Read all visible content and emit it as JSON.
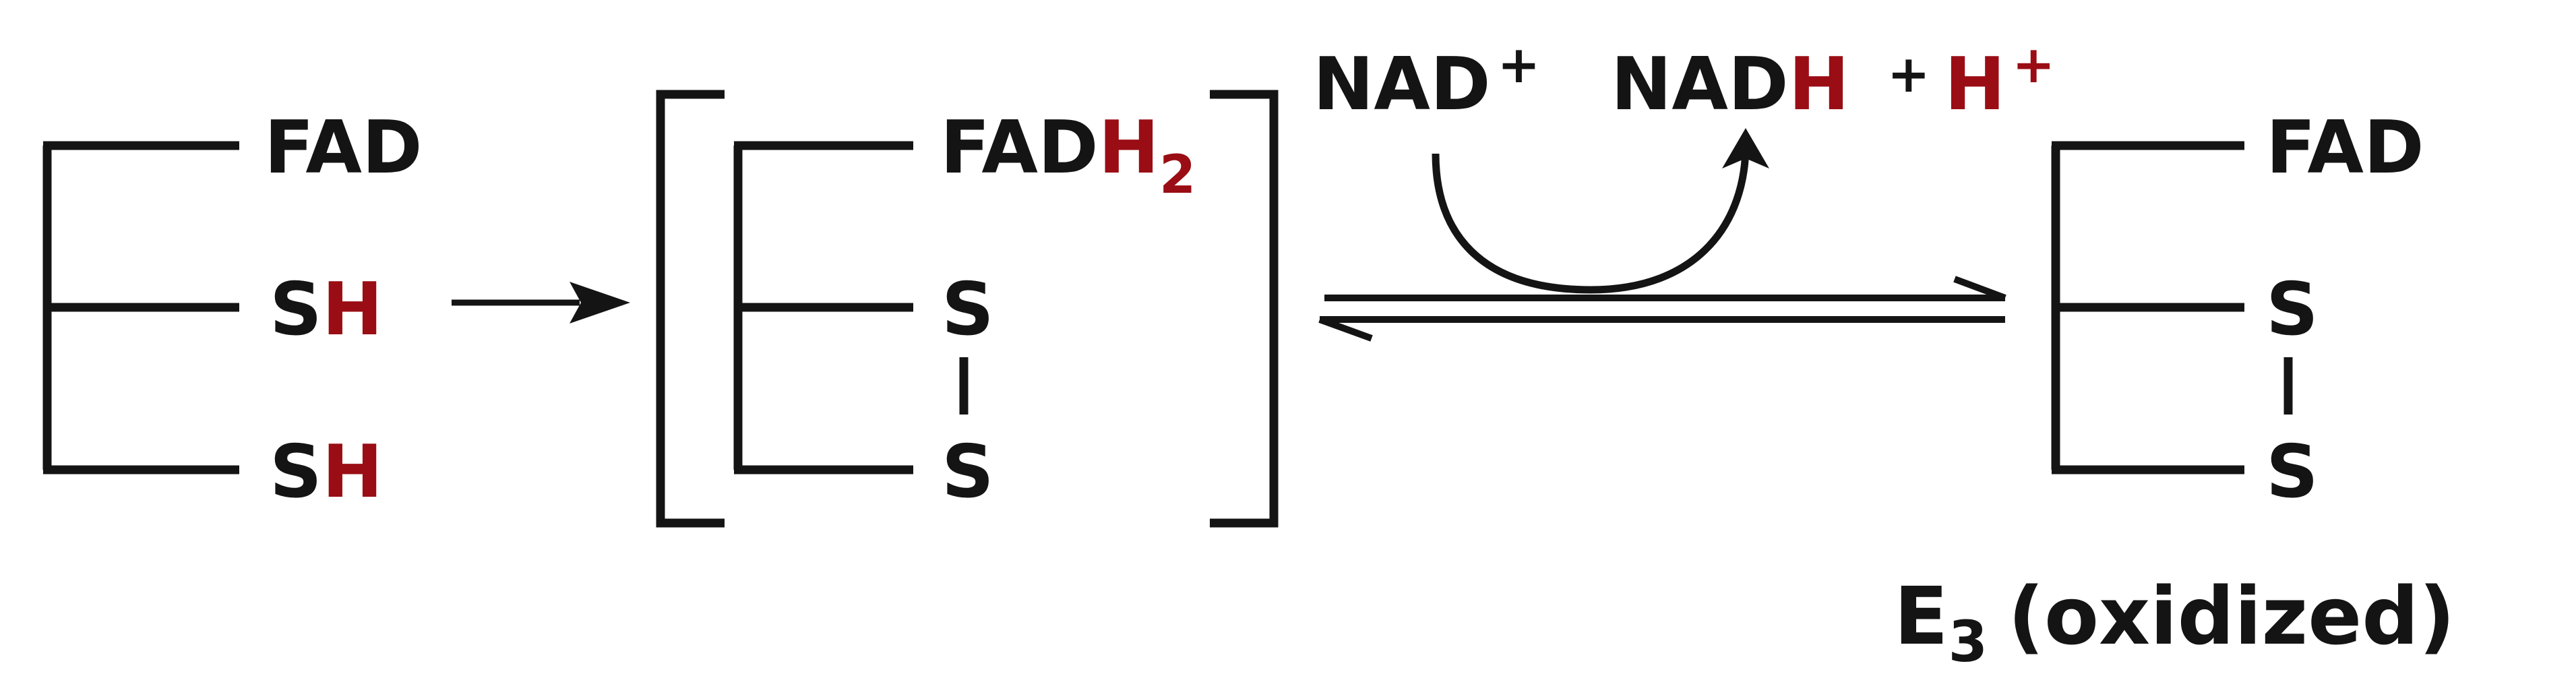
{
  "colors": {
    "ink": "#141414",
    "highlight": "#9a0d14"
  },
  "left_enzyme": {
    "fad": "FAD",
    "s_top": "S",
    "h_top": "H",
    "s_bottom": "S",
    "h_bottom": "H"
  },
  "middle_enzyme": {
    "fad": "FAD",
    "h2_h": "H",
    "h2_sub": "2",
    "s_top": "S",
    "s_bottom": "S"
  },
  "cofactor": {
    "nad": "NAD",
    "nad_charge": "+",
    "nadh_base": "NAD",
    "nadh_h": "H",
    "plus": "+",
    "proton": "H",
    "proton_charge": "+"
  },
  "right_enzyme": {
    "fad": "FAD",
    "s_top": "S",
    "s_bottom": "S",
    "caption_e": "E",
    "caption_sub": "3",
    "caption_rest": "(oxidized)"
  }
}
